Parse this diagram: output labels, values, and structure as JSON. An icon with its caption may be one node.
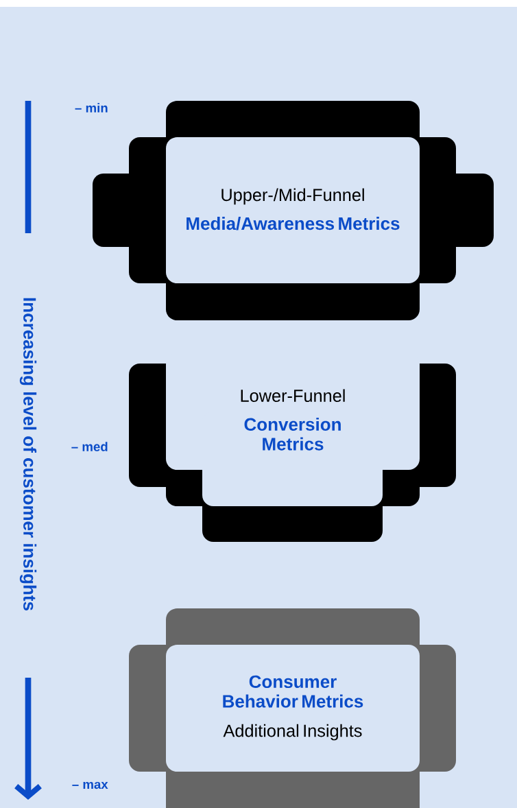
{
  "diagram": {
    "nodes": [
      {
        "text": [
          "Upper-/Mid-Funnel",
          "Media/Awareness Metrics"
        ]
      },
      {
        "text": [
          "Lower-Funnel",
          "Conversion Metrics"
        ]
      },
      {
        "text": [
          "Consumer Behavior Metrics",
          "Additional Insights"
        ]
      }
    ],
    "labels": [
      "Increasing level of customer insights",
      "– min",
      "– med",
      "– max"
    ]
  }
}
